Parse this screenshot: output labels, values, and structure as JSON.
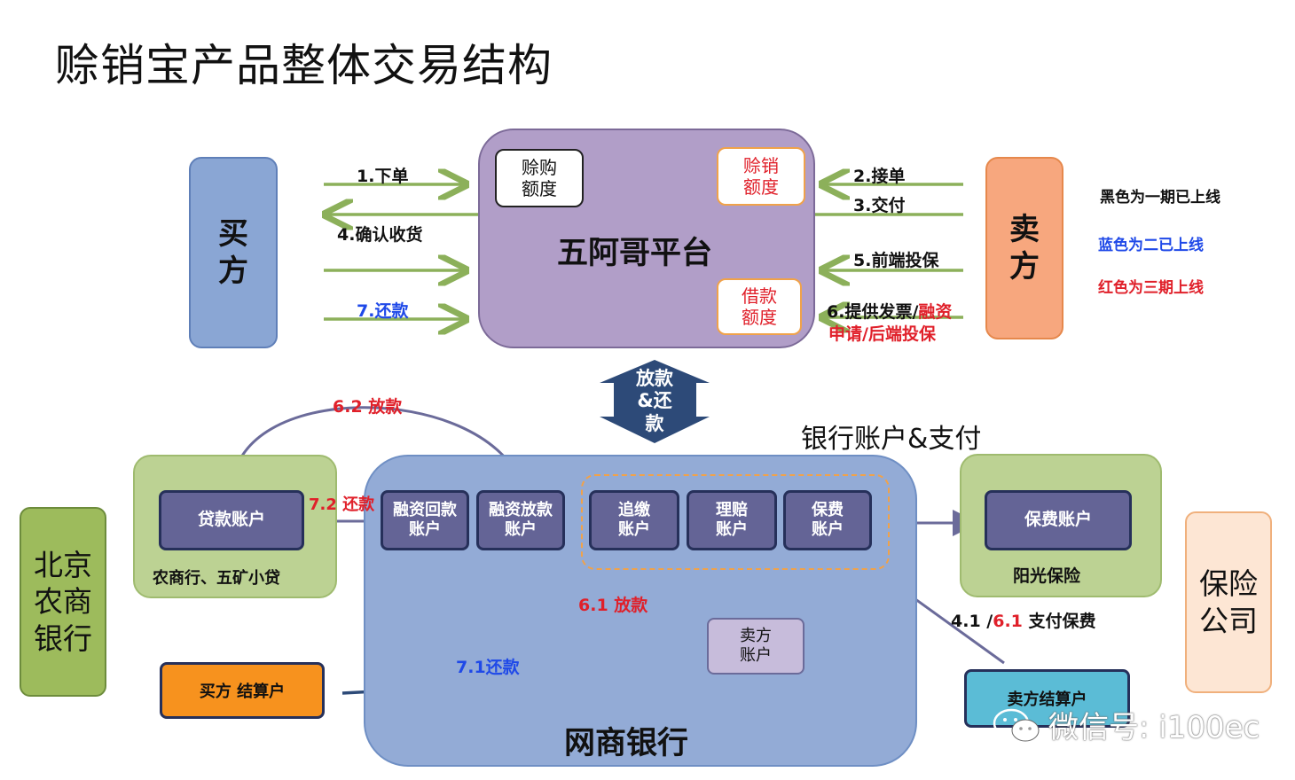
{
  "title": "赊销宝产品整体交易结构",
  "top": {
    "buyer": "买\n方",
    "seller": "卖\n方",
    "platform": "五阿哥平台",
    "credit_box": "赊购\n额度",
    "sales_box": "赊销\n额度",
    "loan_box": "借款\n额度"
  },
  "flows_left": {
    "order": "1.下单",
    "confirm": "4.确认收货",
    "repay": "7.还款"
  },
  "flows_right": {
    "accept": "2.接单",
    "deliver": "3.交付",
    "front_insure": "5.前端投保",
    "invoice_black": "6.提供发票/",
    "invoice_red1": "融资",
    "invoice_red2": "申请/后端投保"
  },
  "legend": {
    "black": "黑色为一期已上线",
    "blue": "蓝色为二已上线",
    "red": "红色为三期上线"
  },
  "middle_arrow": "放款\n&还\n款",
  "bank_section_title": "银行账户&支付",
  "bank": {
    "name": "网商银行",
    "financing_repay": "融资回款\n账户",
    "financing_loan": "融资放款\n账户",
    "top_up": "追缴\n账户",
    "claims": "理赔\n账户",
    "premium": "保费\n账户",
    "seller_account": "卖方\n账户"
  },
  "lender": {
    "loan_account": "贷款账户",
    "caption": "农商行、五矿小贷",
    "side_label": "北京\n农商\n银行"
  },
  "insurer": {
    "premium_account": "保费账户",
    "caption": "阳光保险",
    "side_label": "保险\n公司"
  },
  "buyer_settle": "买方 结算户",
  "seller_settle": "卖方结算户",
  "labels": {
    "l62_num": "6.2",
    "l62_txt": " 放款",
    "l72_num": "7.2",
    "l72_txt": " 还款",
    "l61_num": "6.1",
    "l61_txt": " 放款",
    "l71": "7.1还款",
    "l41_a": "4.1 /",
    "l41_b": "6.1",
    "l41_c": " 支付保费"
  },
  "watermark": "微信号: i100ec",
  "colors": {
    "buyer_fill": "#8aa6d4",
    "seller_fill": "#f7a77e",
    "platform_fill": "#b19ec8",
    "bank_fill": "#93abd6",
    "green_fill": "#bcd293",
    "arrow_green": "#8cb05a",
    "account_fill": "#646496",
    "dashed_orange": "#f0a24a",
    "beijing_fill": "#9dbb5c",
    "insurer_fill": "#fde6d4",
    "buyer_settle_fill": "#f7921e",
    "seller_settle_fill": "#5bbcd6",
    "dark_arrow": "#2d4a78",
    "red": "#e0202a",
    "blue": "#1f49e8"
  }
}
